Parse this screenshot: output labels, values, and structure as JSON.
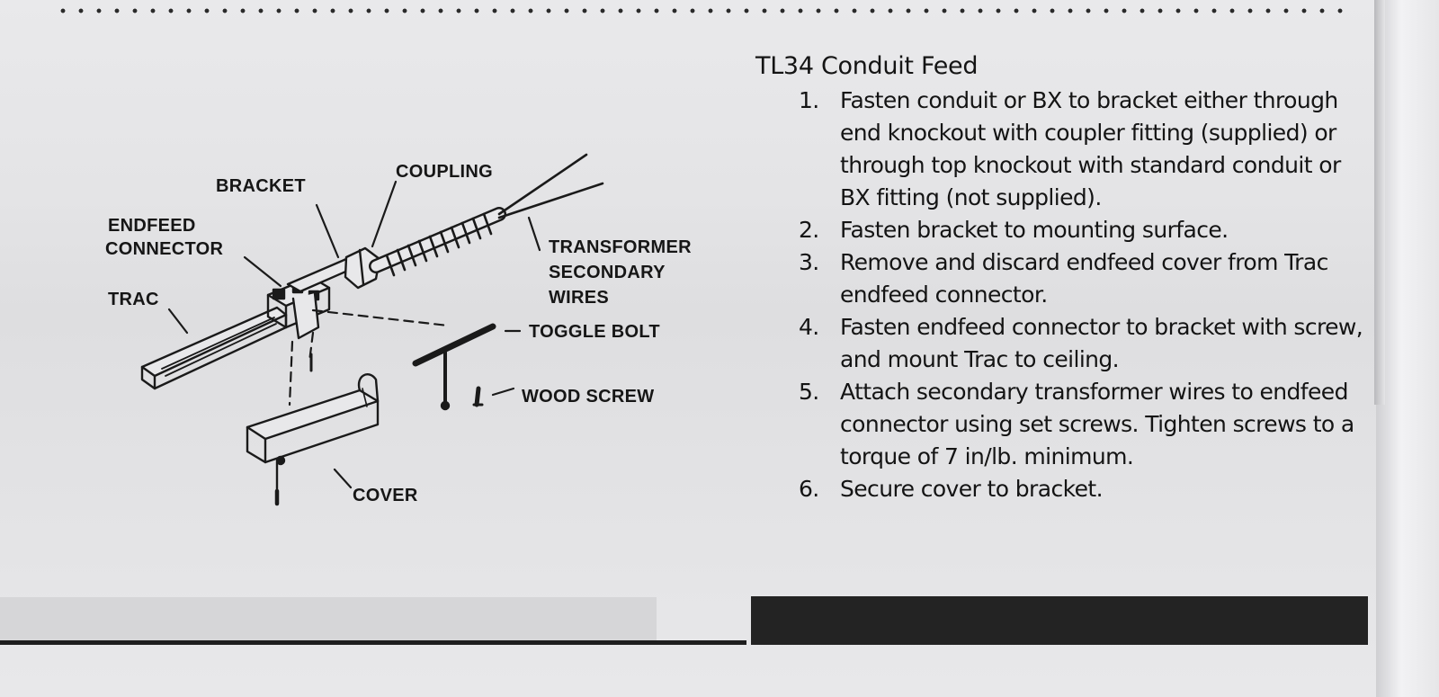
{
  "diagram": {
    "labels": {
      "coupling": "COUPLING",
      "bracket": "BRACKET",
      "endfeed": "ENDFEED",
      "connector": "CONNECTOR",
      "trac": "TRAC",
      "transformer": "TRANSFORMER",
      "secondary": "SECONDARY",
      "wires": "WIRES",
      "toggle_bolt": "TOGGLE BOLT",
      "wood_screw": "WOOD SCREW",
      "cover": "COVER"
    }
  },
  "instructions": {
    "title": "TL34 Conduit Feed",
    "steps": [
      {
        "number": "1.",
        "text": "Fasten conduit or BX to bracket either through end knockout with coupler fitting (supplied) or through top knockout with standard conduit or BX fitting (not supplied)."
      },
      {
        "number": "2.",
        "text": "Fasten bracket to mounting surface."
      },
      {
        "number": "3.",
        "text": "Remove and discard endfeed cover from Trac endfeed connector."
      },
      {
        "number": "4.",
        "text": "Fasten endfeed connector to bracket with screw, and mount Trac to ceiling."
      },
      {
        "number": "5.",
        "text": "Attach secondary transformer wires to endfeed connector using set screws. Tighten screws to a torque of 7 in/lb. minimum."
      },
      {
        "number": "6.",
        "text": "Secure cover to bracket."
      }
    ]
  }
}
